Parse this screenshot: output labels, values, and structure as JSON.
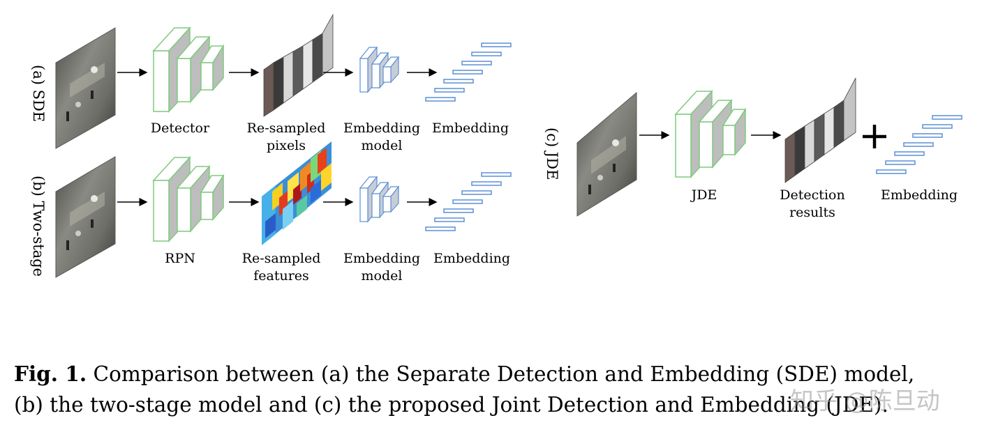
{
  "rows": {
    "sde": {
      "label": "(a) SDE",
      "stage1": [
        "Detector"
      ],
      "stage2": [
        "Re-sampled",
        "pixels"
      ],
      "stage3": [
        "Embedding",
        "model"
      ],
      "stage4": [
        "Embedding"
      ]
    },
    "two_stage": {
      "label": "(b) Two-stage",
      "stage1": [
        "RPN"
      ],
      "stage2": [
        "Re-sampled",
        "features"
      ],
      "stage3": [
        "Embedding",
        "model"
      ],
      "stage4": [
        "Embedding"
      ]
    },
    "jde": {
      "label": "(c) JDE",
      "stage1": [
        "JDE"
      ],
      "stage2": [
        "Detection",
        "results"
      ],
      "stage3": [
        "Embedding"
      ],
      "plus": "+"
    }
  },
  "caption": {
    "prefix": "Fig. 1.",
    "line1": "Comparison between (a) the Separate Detection and Embedding (SDE) model,",
    "line2": "(b) the two-stage model and (c) the proposed Joint Detection and Embedding (JDE)."
  },
  "watermark": "知乎 @陈旦动",
  "colors": {
    "network_outline": "#7fc97f",
    "network_fill": "#bdbdbd",
    "embedding_outline": "#5b8fd6",
    "arrow": "#000000"
  }
}
